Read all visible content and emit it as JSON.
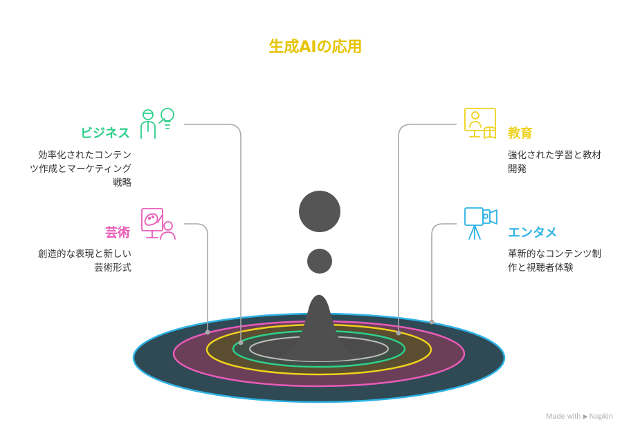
{
  "title": "生成AIの応用",
  "colors": {
    "title": "#e6c300",
    "business": "#2ecf8b",
    "art": "#e85bb8",
    "education": "#eed21c",
    "entertainment": "#2db2e5",
    "connector": "#a8a8a8",
    "drop": "#555555"
  },
  "sections": {
    "business": {
      "label": "ビジネス",
      "description_lines": [
        "効率化されたコンテン",
        "ツ作成とマーケティング",
        "戦略"
      ],
      "icon": "person-lightbulb-icon"
    },
    "art": {
      "label": "芸術",
      "description_lines": [
        "創造的な表現と新しい",
        "芸術形式"
      ],
      "icon": "painter-easel-icon"
    },
    "education": {
      "label": "教育",
      "description_lines": [
        "強化された学習と教材",
        "開発"
      ],
      "icon": "teacher-board-icon"
    },
    "entertainment": {
      "label": "エンタメ",
      "description_lines": [
        "革新的なコンテンツ制",
        "作と視聴者体験"
      ],
      "icon": "movie-camera-icon"
    }
  },
  "footer": {
    "made_with": "Made with",
    "brand": "Napkin"
  }
}
